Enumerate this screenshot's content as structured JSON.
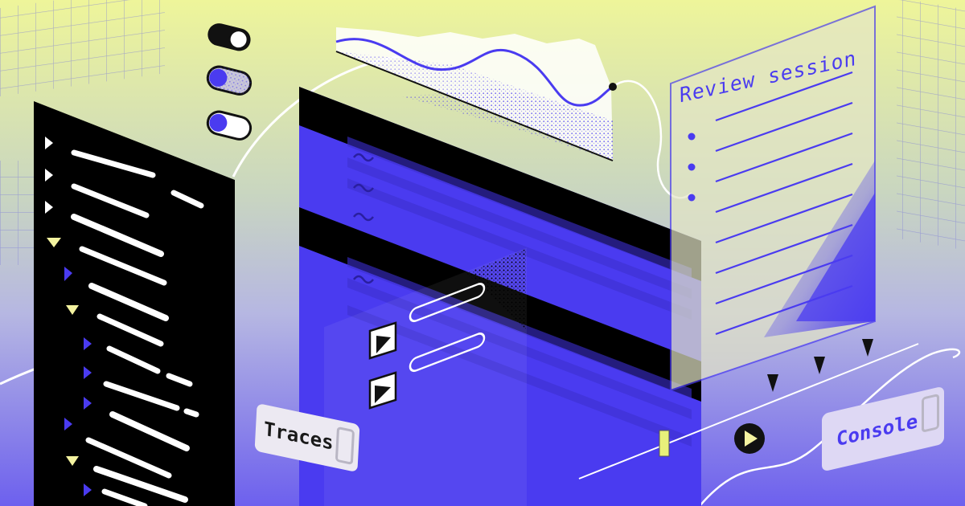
{
  "labels": {
    "review_session": "Review session",
    "traces": "Traces",
    "console": "Console"
  },
  "colors": {
    "accent_blue": "#4a3bf0",
    "panel_black": "#000000",
    "accent_yellow": "#f4f3a0",
    "background_top": "#eef59a",
    "background_bottom": "#7a6ef0"
  },
  "toggles": [
    {
      "state": "off"
    },
    {
      "state": "on"
    },
    {
      "state": "on"
    }
  ],
  "icons": [
    "toggle-switch-icon",
    "play-icon",
    "trace-chevron-icon",
    "line-chart-icon"
  ]
}
